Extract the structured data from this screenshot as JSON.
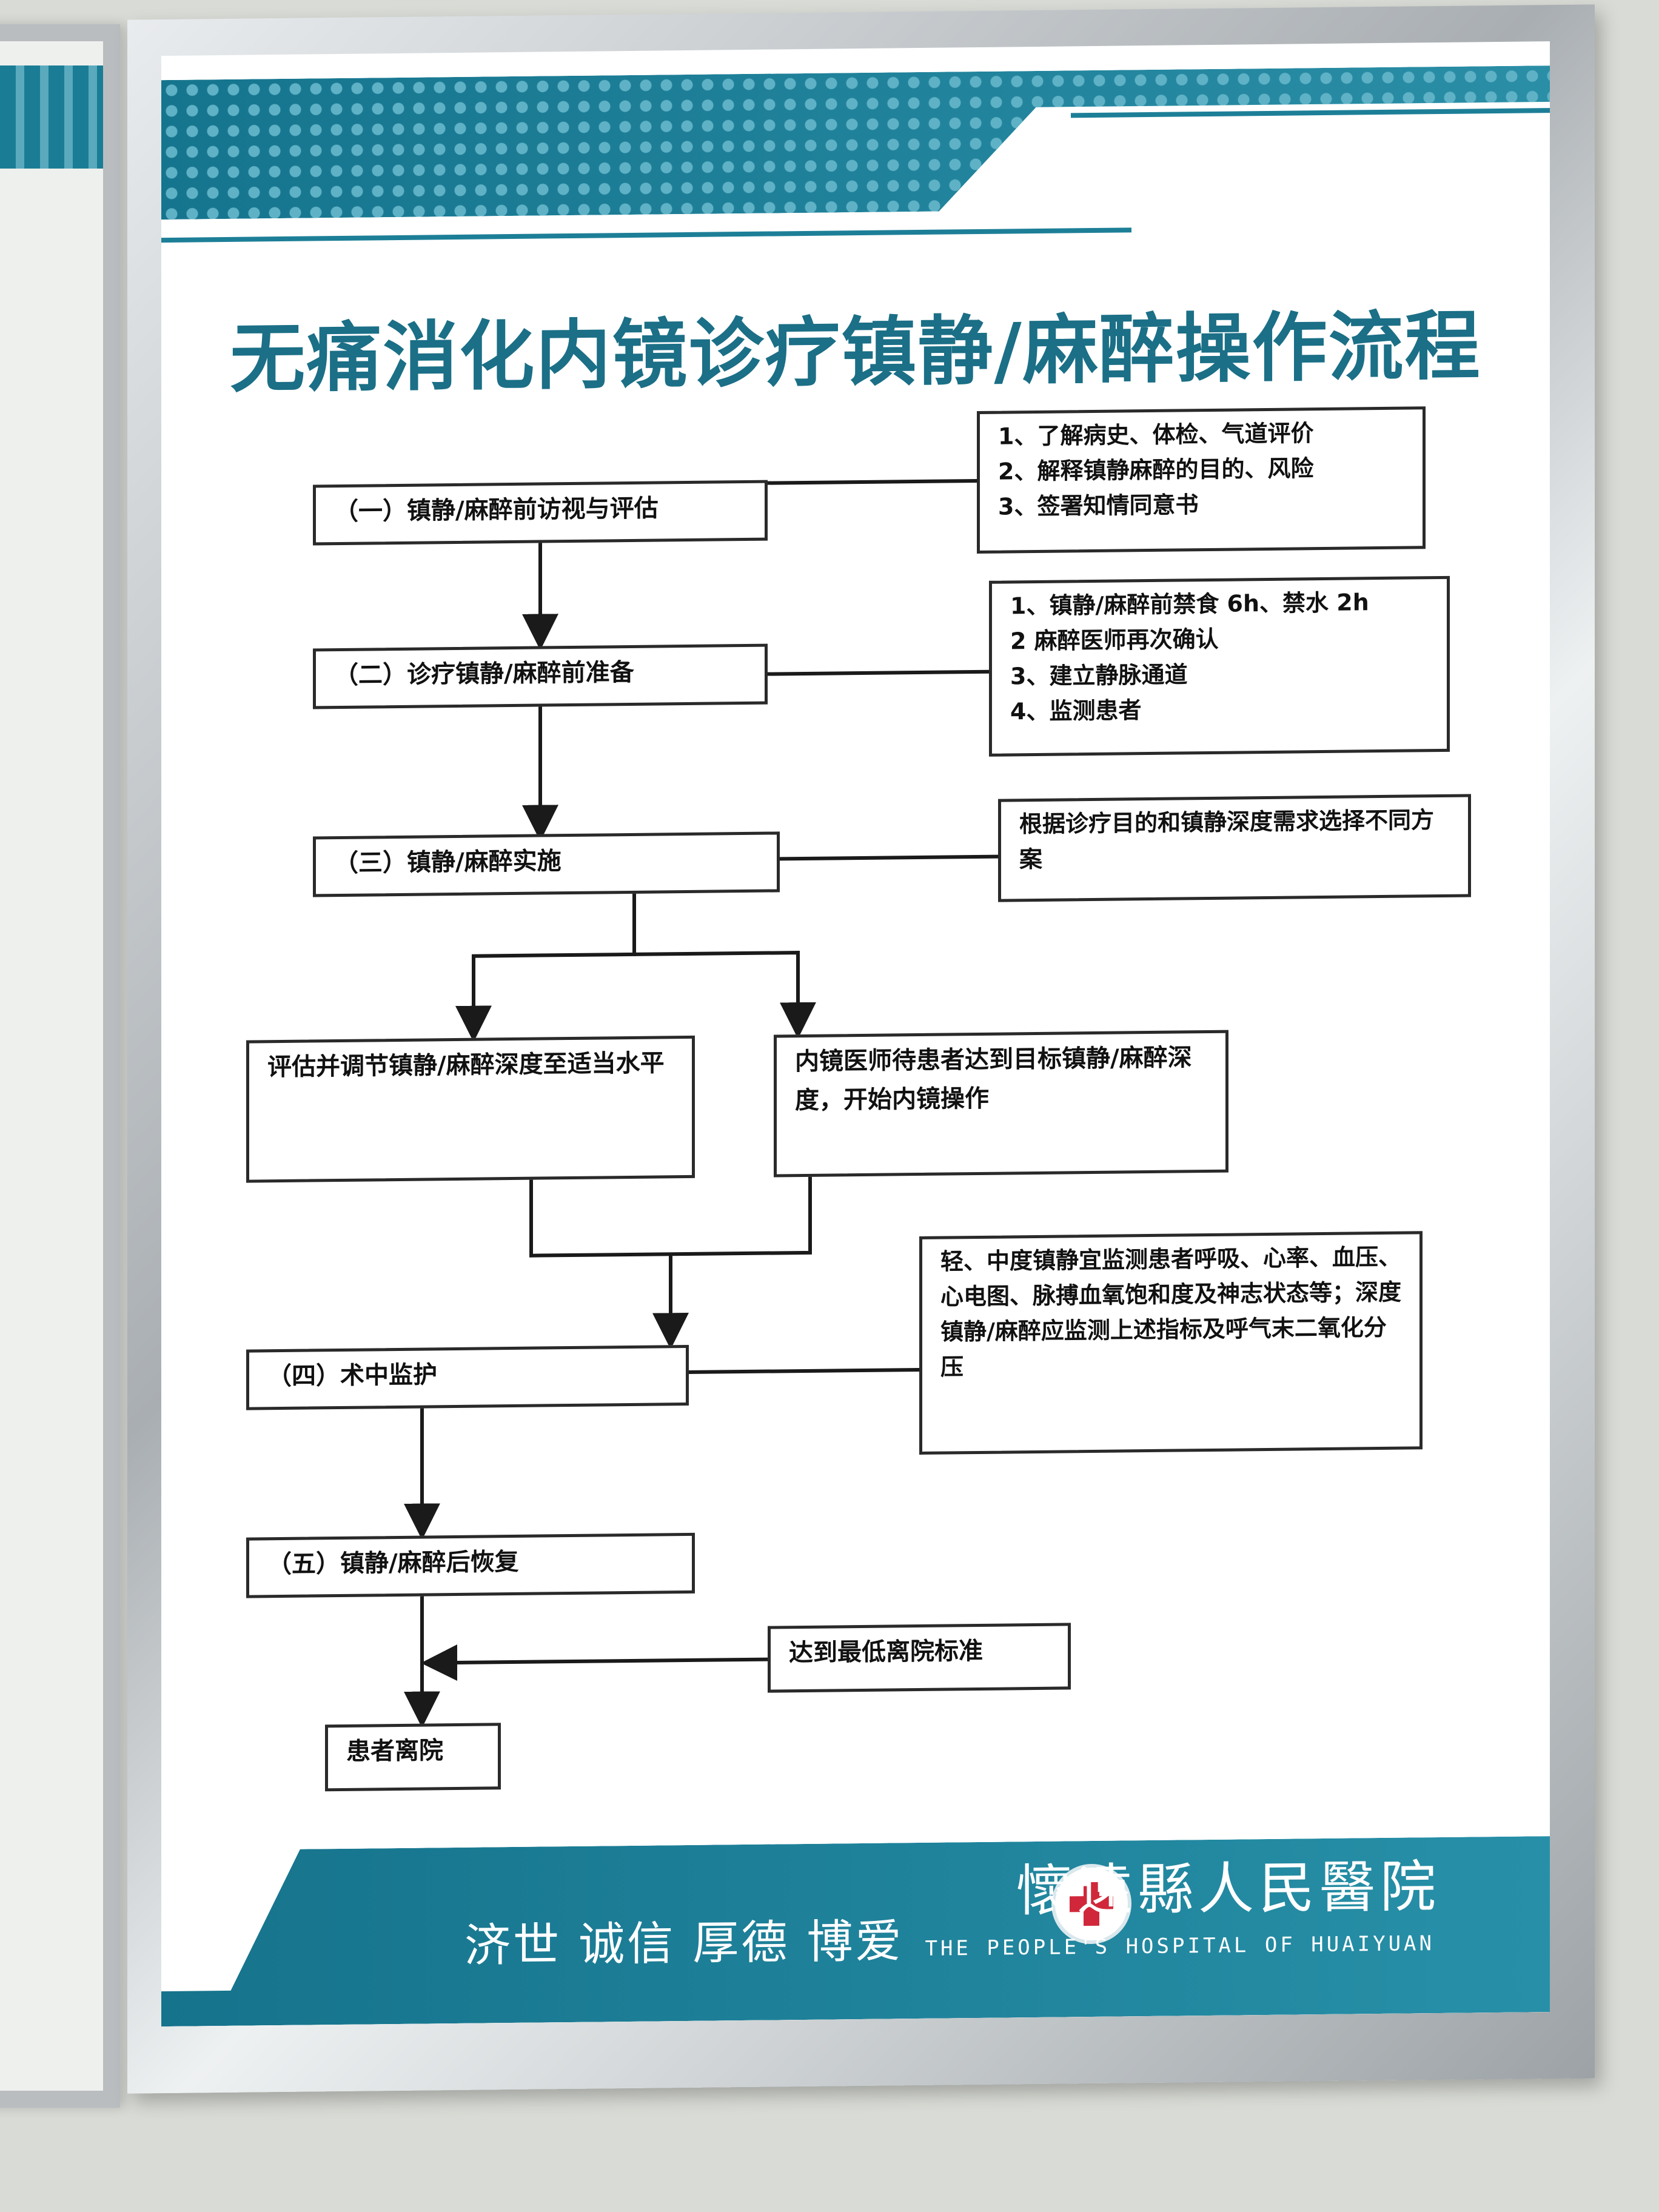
{
  "poster": {
    "title": "无痛消化内镜诊疗镇静/麻醉操作流程",
    "steps": {
      "s1": "（一）镇静/麻醉前访视与评估",
      "s2": "（二）诊疗镇静/麻醉前准备",
      "s3": "（三）镇静/麻醉实施",
      "branch_left": "评估并调节镇静/麻醉深度至适当水平",
      "branch_right": "内镜医师待患者达到目标镇静/麻醉深度，开始内镜操作",
      "s4": "（四）术中监护",
      "s5": "（五）镇静/麻醉后恢复",
      "end": "患者离院"
    },
    "notes": {
      "n1": [
        "1、了解病史、体检、气道评价",
        "2、解释镇静麻醉的目的、风险",
        "3、签署知情同意书"
      ],
      "n2": [
        "1、镇静/麻醉前禁食 6h、禁水 2h",
        "2 麻醉医师再次确认",
        "3、建立静脉通道",
        "4、监测患者"
      ],
      "n3": "根据诊疗目的和镇静深度需求选择不同方案",
      "n4": "轻、中度镇静宜监测患者呼吸、心率、血压、心电图、脉搏血氧饱和度及神志状态等；深度镇静/麻醉应监测上述指标及呼气末二氧化分压",
      "n5": "达到最低离院标准"
    },
    "footer": {
      "slogan": "济世 诚信 厚德 博爱",
      "hospital_name": "懷遠縣人民醫院",
      "hospital_en": "THE PEOPLE'S HOSPITAL OF HUAIYUAN"
    }
  },
  "colors": {
    "teal": "#1b6f86",
    "band": "#16758e",
    "logo_cross": "#d0283a"
  }
}
